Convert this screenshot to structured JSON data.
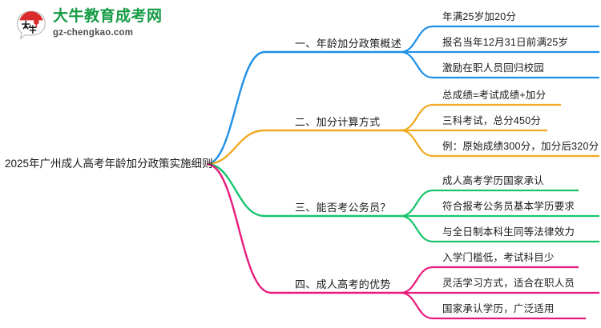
{
  "logo": {
    "icon": "speech-bubble-logo",
    "title": "大牛教育成考网",
    "domain": "gz-chengkao.com",
    "title_color": "#159B45",
    "mark_color": "#D92B2B"
  },
  "mindmap": {
    "root": {
      "label": "2025年广州成人高考年龄加分政策实施细则"
    },
    "branches": [
      {
        "label": "一、年龄加分政策概述",
        "color": "#1E90E8",
        "children": [
          {
            "label": "年满25岁加20分"
          },
          {
            "label": "报名当年12月31日前满25岁"
          },
          {
            "label": "激励在职人员回归校园"
          }
        ]
      },
      {
        "label": "二、加分计算方式",
        "color": "#F0A81E",
        "children": [
          {
            "label": "总成绩=考试成绩+加分"
          },
          {
            "label": "三科考试，总分450分"
          },
          {
            "label": "例：原始成绩300分，加分后320分"
          }
        ]
      },
      {
        "label": "三、能否考公务员？",
        "color": "#18C46E",
        "children": [
          {
            "label": "成人高考学历国家承认"
          },
          {
            "label": "符合报考公务员基本学历要求"
          },
          {
            "label": "与全日制本科生同等法律效力"
          }
        ]
      },
      {
        "label": "四、成人高考的优势",
        "color": "#E8197A",
        "children": [
          {
            "label": "入学门槛低，考试科目少"
          },
          {
            "label": "灵活学习方式，适合在职人员"
          },
          {
            "label": "国家承认学历，广泛适用"
          }
        ]
      }
    ]
  }
}
